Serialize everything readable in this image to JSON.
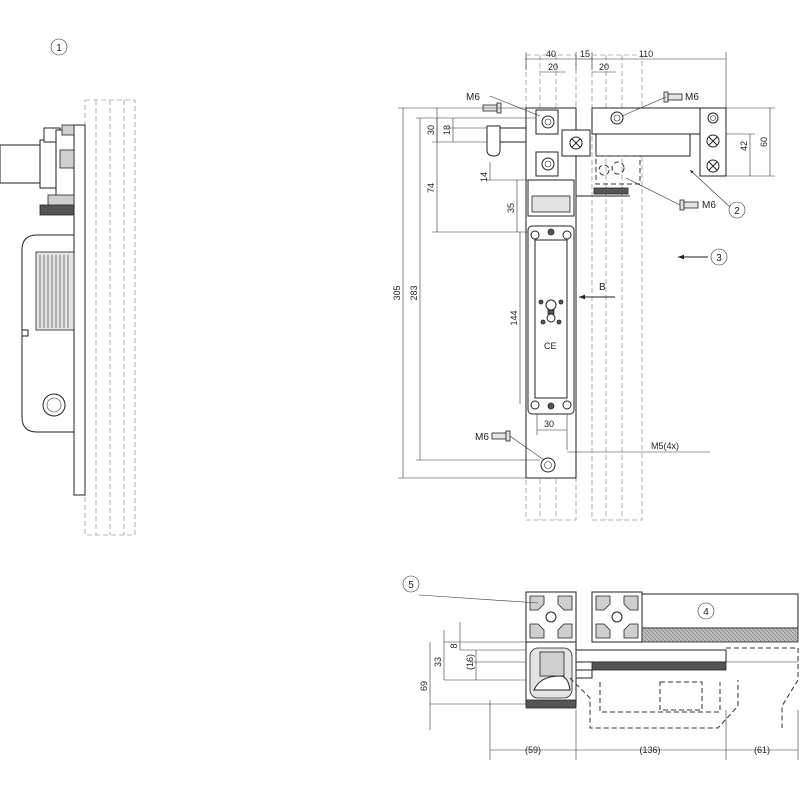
{
  "callouts": {
    "c1": "1",
    "c2": "2",
    "c3": "3",
    "c4": "4",
    "c5": "5"
  },
  "view_label": "B",
  "screw_labels": {
    "top_left": "M6",
    "top_right": "M6",
    "middle": "M6",
    "bottom": "M6"
  },
  "thread_label": "M5(4x)",
  "dimensions_front": {
    "top_40": "40",
    "top_20a": "20",
    "top_15": "15",
    "top_20b": "20",
    "top_110": "110",
    "left_30": "30",
    "left_18": "18",
    "left_74": "74",
    "left_14": "14",
    "left_35": "35",
    "left_305": "305",
    "left_283": "283",
    "mid_144": "144",
    "bottom_30": "30",
    "right_42": "42",
    "right_60": "60"
  },
  "dimensions_section": {
    "v_69": "69",
    "v_33": "33",
    "v_8": "8",
    "v_16": "(16)",
    "h_59": "(59)",
    "h_136": "(136)",
    "h_61": "(61)"
  },
  "ce_mark": "CE"
}
